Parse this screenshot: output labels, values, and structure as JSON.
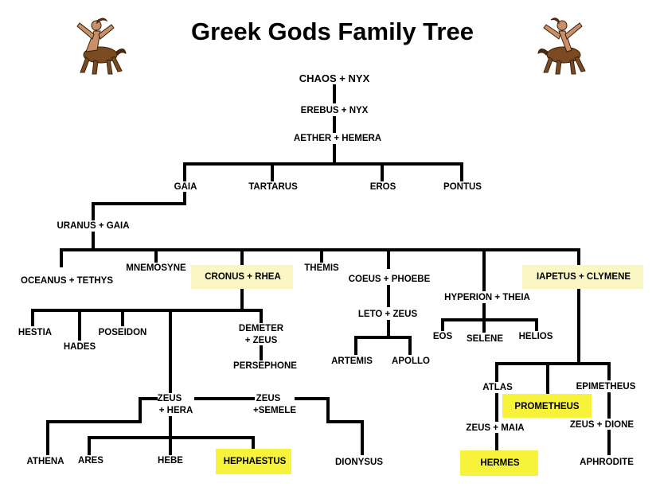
{
  "title": "Greek Gods Family Tree",
  "colors": {
    "line": "#000000",
    "highlight_soft": "#fbf7c4",
    "highlight_strong": "#f7f33a"
  },
  "nodes": {
    "chaos_nyx": "CHAOS + NYX",
    "erebus_nyx": "EREBUS + NYX",
    "aether_hemera": "AETHER + HEMERA",
    "gaia": "GAIA",
    "tartarus": "TARTARUS",
    "eros": "EROS",
    "pontus": "PONTUS",
    "uranus_gaia": "URANUS + GAIA",
    "oceanus_tethys": "OCEANUS + TETHYS",
    "mnemosyne": "MNEMOSYNE",
    "cronus_rhea": "CRONUS + RHEA",
    "themis": "THEMIS",
    "coeus_phoebe": "COEUS + PHOEBE",
    "hyperion_theia": "HYPERION + THEIA",
    "iapetus_clymene": "IAPETUS + CLYMENE",
    "hestia": "HESTIA",
    "hades": "HADES",
    "poseidon": "POSEIDON",
    "demeter_line1": "DEMETER",
    "demeter_line2": "+ ZEUS",
    "persephone": "PERSEPHONE",
    "leto_zeus": "LETO + ZEUS",
    "artemis": "ARTEMIS",
    "apollo": "APOLLO",
    "eos": "EOS",
    "selene": "SELENE",
    "helios": "HELIOS",
    "atlas": "ATLAS",
    "prometheus": "PROMETHEUS",
    "epimetheus": "EPIMETHEUS",
    "zeus_maia": "ZEUS + MAIA",
    "zeus_dione": "ZEUS + DIONE",
    "hermes": "HERMES",
    "aphrodite": "APHRODITE",
    "zeus_hera_line1": "ZEUS",
    "zeus_hera_line2": "+ HERA",
    "zeus_semele_line1": "ZEUS",
    "zeus_semele_line2": "+SEMELE",
    "athena": "ATHENA",
    "ares": "ARES",
    "hebe": "HEBE",
    "hephaestus": "HEPHAESTUS",
    "dionysus": "DIONYSUS"
  }
}
